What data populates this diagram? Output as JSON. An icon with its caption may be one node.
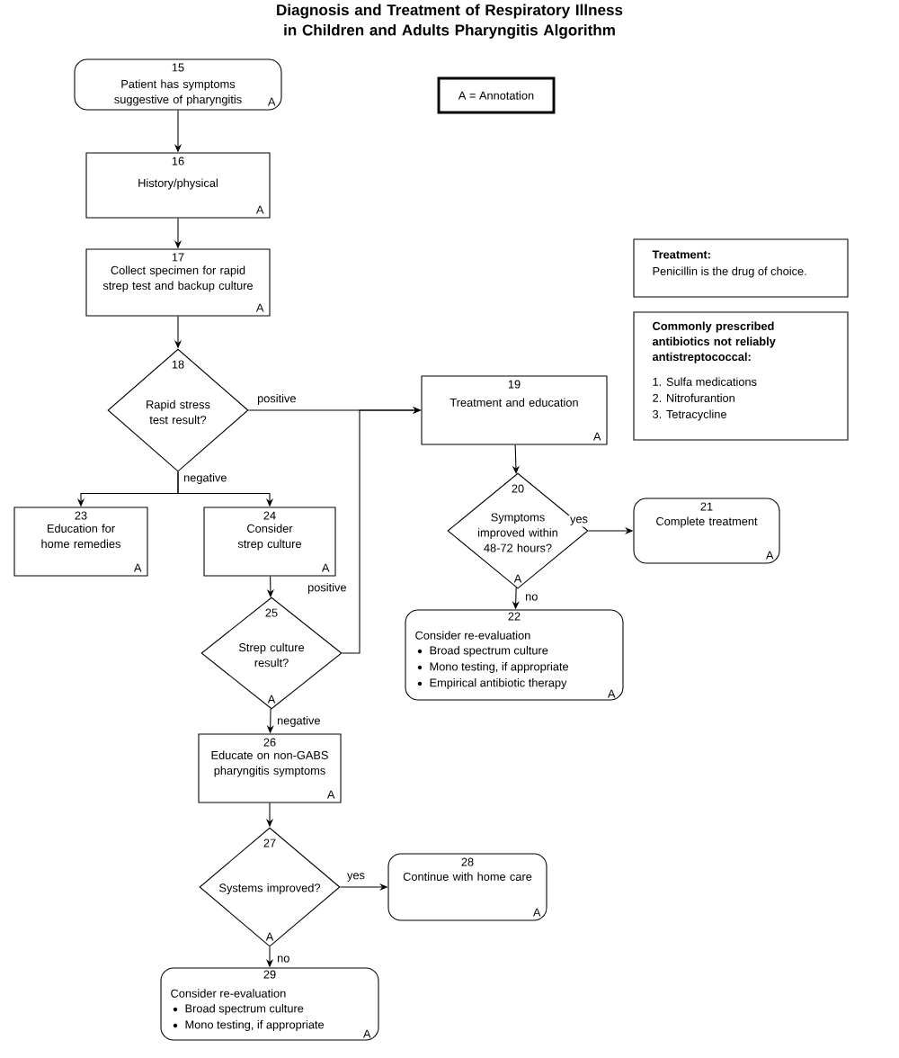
{
  "diagram": {
    "title": "Diagnosis and Treatment of Respiratory Illness in Children and Adults Pharyngitis Algorithm",
    "nodes": [
      {
        "text": [
          "15",
          "Patient has symptoms suggestive of pharyngitis",
          "A"
        ]
      },
      {
        "text": [
          "A = Annotation"
        ]
      },
      {
        "text": [
          "16",
          "History/physical",
          "A"
        ]
      },
      {
        "text": [
          "17",
          "Collect specimen for rapid strep test and backup culture",
          "A"
        ]
      },
      {
        "text": [
          "Treatment:",
          "Penicillin is the drug of choice."
        ]
      },
      {
        "text": [
          "Commonly prescribed antibiotics not reliably antistreptococcal:",
          "1. Sulfa medications",
          "2. Nitrofurantion",
          "3. Tetracycline"
        ]
      },
      {
        "text": [
          "18",
          "Rapid stress test result?"
        ]
      },
      {
        "text": [
          "19",
          "Treatment and education",
          "A"
        ]
      },
      {
        "text": [
          "20",
          "Symptoms improved within 48-72 hours?",
          "A"
        ]
      },
      {
        "text": [
          "21",
          "Complete treatment",
          "A"
        ]
      },
      {
        "text": [
          "22",
          "Consider re-evaluation",
          "Broad spectrum culture",
          "Mono testing, if appropriate",
          "Empirical antibiotic therapy",
          "A"
        ]
      },
      {
        "text": [
          "23",
          "Education for home remedies",
          "A"
        ]
      },
      {
        "text": [
          "24",
          "Consider strep culture",
          "A"
        ]
      },
      {
        "text": [
          "25",
          "Strep culture result?",
          "A"
        ]
      },
      {
        "text": [
          "26",
          "Educate on non-GABS pharyngitis symptoms",
          "A"
        ]
      },
      {
        "text": [
          "27",
          "Systems improved?",
          "A"
        ]
      },
      {
        "text": [
          "28",
          "Continue with home care",
          "A"
        ]
      },
      {
        "text": [
          "29",
          "Consider re-evaluation",
          "Broad spectrum culture",
          "Mono testing, if appropriate",
          "A"
        ]
      }
    ],
    "edges": [
      {
        "from": 0,
        "to": 2,
        "arrow": "to"
      },
      {
        "from": 2,
        "to": 3,
        "arrow": "to"
      },
      {
        "from": 3,
        "to": 6,
        "arrow": "to"
      },
      {
        "from": 6,
        "to": 7,
        "arrow": "to",
        "label": "positive"
      },
      {
        "from": 6,
        "to": 11,
        "arrow": "to",
        "label": "negative"
      },
      {
        "from": 6,
        "to": 12,
        "arrow": "to"
      },
      {
        "from": 7,
        "to": 8,
        "arrow": "to"
      },
      {
        "from": 8,
        "to": 9,
        "arrow": "to",
        "label": "yes"
      },
      {
        "from": 8,
        "to": 10,
        "arrow": "to",
        "label": "no"
      },
      {
        "from": 12,
        "to": 13,
        "arrow": "to"
      },
      {
        "from": 13,
        "to": 7,
        "arrow": "to",
        "label": "positive"
      },
      {
        "from": 13,
        "to": 14,
        "arrow": "to",
        "label": "negative"
      },
      {
        "from": 14,
        "to": 15,
        "arrow": "to"
      },
      {
        "from": 15,
        "to": 16,
        "arrow": "to",
        "label": "yes"
      },
      {
        "from": 15,
        "to": 17,
        "arrow": "to",
        "label": "no"
      }
    ]
  }
}
